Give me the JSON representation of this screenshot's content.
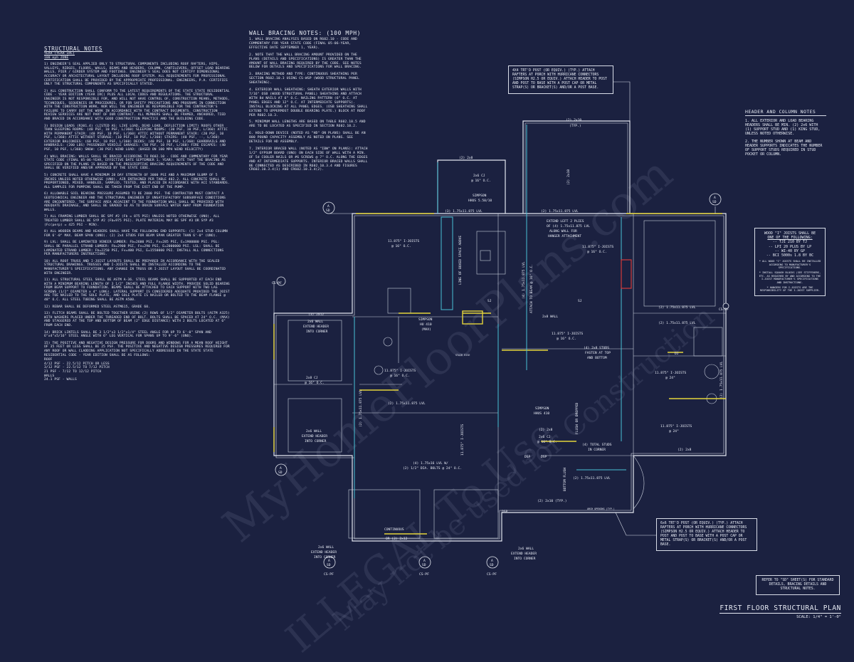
{
  "structural_notes": {
    "title": "STRUCTURAL NOTES",
    "year": "YEAR (YEAR IRC)",
    "wind": "100 mph ZONE",
    "paragraphs": [
      "1) ENGINEER'S SEAL APPLIED ONLY TO STRUCTURAL COMPONENTS INCLUDING ROOF RAFTERS, HIPS, VALLEYS, RIDGES, FLOORS, WALLS, BEAMS AND HEADERS, COLUMN, CANTILEVERS, OFFSET LOAD BEARING WALLS, PIER / GIRDER SYSTEM AND FOOTINGS. ENGINEER'S SEAL DOES NOT CERTIFY DIMENSIONAL ACCURACY OR ARCHITECTURAL LAYOUT INCLUDING ROOF SYSTEM. ALL REQUIREMENTS FOR PROFESSIONAL CERTIFICATION SHALL BE PROVIDED BY THE APPROPRIATE PROFESSIONAL. ENGINEERS, P.A. CERTIFIES ONLY THE STRUCTURAL COMPONENTS AS SPECIFICALLY STATED.",
      "2) ALL CONSTRUCTION SHALL CONFORM TO THE LATEST REQUIREMENTS OF THE STATE STATE RESIDENTIAL CODE - YEAR EDITION (YEAR IRC) PLUS ALL LOCAL CODES AND REGULATIONS. THE STRUCTURAL ENGINEER IS NOT RESPONSIBLE FOR, AND WILL NOT HAVE CONTROL OF, CONSTRUCTION MEANS, METHODS, TECHNIQUES, SEQUENCES OR PROCEDURES, OR FOR SAFETY PRECAUTIONS AND PROGRAMS IN CONNECTION WITH THE CONSTRUCTION WORK, NOR WILL THE ENGINEER BE RESPONSIBLE FOR THE CONTRACTOR'S FAILURE TO CARRY OUT THE WORK IN ACCORDANCE WITH THE CONTRACT DOCUMENTS. CONSTRUCTION REVIEW SERVICES ARE NOT PART OF OUR CONTRACT. ALL MEMBERS SHALL BE FRAMED, ANCHORED, TIED AND BRACED IN ACCORDANCE WITH GOOD CONSTRUCTION PRACTICE AND THE BUILDING CODE.",
      "3) DESIGN LOADS (R301.4) (LISTED AS: LIVE LOAD, DEAD LOAD, DEFLECTION LIMIT) ROOFS OTHER THAN SLEEPING ROOMS: (40 PSF, 10 PSF, L/360) SLEEPING ROOMS: (30 PSF, 10 PSF, L/360) ATTIC WITH PERMANENT STAIR: (40 PSF, 10 PSF, L/360) ATTIC WITHOUT PERMANENT STAIR: (20 PSF, 10 PSF, L/360) ATTIC WITHOUT STORAGE: (10 PSF, 10 PSF, L/360) STAIRS: (40 PSF, --, L/360) EXTERIOR BALCONIES: (60 PSF, 10 PSF, L/360) DECKS: (40 PSF, 10 PSF, L/360) GUARDRAILS AND HANDRAILS: (200 LBS) PASSENGER VEHICLE GARAGES: (50 PSF, 10 PSF, L/360) FIRE ESCAPES: (40 PSF, 10 PSF, L/360) SNOW: (30 PSF) WIND LOAD: (BASED ON 100 MPH WIND VELOCITY)",
      "4) WALL BRACING: WALLS SHALL BE BRACED ACCORDING TO R602.10 - CODE AND COMMENTARY FOR YEAR STATE CODE (FINAL 05-06-YEAR, EFFECTIVE DATE SEPTEMBER 1, YEAR). NOTE THAT THE BRACING AS SPECIFIED ON THE PLANS IS BASED ON THE PRESCRIPTIVE BRACING REQUIREMENTS OF THE CODE AND SHALL BE VERIFIED AND/OR APPROVED BY THE STATE CODE.",
      "5) CONCRETE SHALL HAVE A MINIMUM 28 DAY STRENGTH OF 3000 PSI AND A MAXIMUM SLUMP OF 5 INCHES UNLESS NOTED OTHERWISE (UNO). AIR ENTRAINED PER TABLE 402.2. ALL CONCRETE SHALL BE PROPORTIONED, MIXED, HANDLED, SAMPLED, TESTED, AND PLACED IN ACCORDANCE WITH ACI STANDARDS. ALL SAMPLES FOR PUMPING SHALL BE TAKEN FROM THE EXIT END OF THE PUMP.",
      "6) ALLOWABLE SOIL BEARING PRESSURE ASSUMED TO BE 2000 PSF. THE CONTRACTOR MUST CONTACT A GEOTECHNICAL ENGINEER AND THE STRUCTURAL ENGINEER IF UNSATISFACTORY SUBSURFACE CONDITIONS ARE ENCOUNTERED. THE SURFACE AREA ADJACENT TO THE FOUNDATION WALL SHALL BE PROVIDED WITH ADEQUATE DRAINAGE, AND SHALL BE GRADED SO AS TO DRAIN SURFACE WATER AWAY FROM FOUNDATION WALLS.",
      "7) ALL FRAMING LUMBER SHALL BE SPF #2 (Fb = 875 PSI) UNLESS NOTED OTHERWISE (UNO). ALL TREATED LUMBER SHALL BE SYP #2 (Fb=975 PSI). PLATE MATERIAL MAY BE SPF #3 OR SYP #3 (Fc(perp) = 425 PSI - MIN).",
      "8) ALL WOODEN BEAMS AND HEADERS SHALL HAVE THE FOLLOWING END SUPPORTS: (1) 2x4 STUD COLUMN FOR 6'-0\" MAX. BEAM SPAN (UNO). (2) 2x4 STUDS FOR BEAM SPAN GREATER THAN 6'-0\" (UNO).",
      "9) LVL: SHALL BE LAMINATED VENEER LUMBER: Fb=2600 PSI, Fv=285 PSI, E=1900000 PSI. PSL: SHALL BE PARALLEL STRAND LUMBER: Fb=2900 PSI, Fv=290 PSI, E=2000000 PSI. LSL: SHALL BE LAMINATED STRAND LUMBER: Fb=2250 PSI, Fv=400 PSI, E=1550000 PSI. INSTALL ALL CONNECTIONS PER MANUFACTURERS INSTRUCTIONS.",
      "10) ALL ROOF TRUSS AND I-JOIST LAYOUTS SHALL BE PREPARED IN ACCORDANCE WITH THE SEALED STRUCTURAL DRAWINGS. TRUSSES AND I-JOISTS SHALL BE INSTALLED ACCORDING TO THE MANUFACTURER'S SPECIFICATIONS. ANY CHANGE IN TRUSS OR I-JOIST LAYOUT SHALL BE COORDINATED WITH ENGINEER.",
      "11) ALL STRUCTURAL STEEL SHALL BE ASTM A-36. STEEL BEAMS SHALL BE SUPPORTED AT EACH END WITH A MINIMUM BEARING LENGTH OF 3 1/2\" INCHES AND FULL FLANGE WIDTH. PROVIDE SOLID BEARING FROM BEAM SUPPORT TO FOUNDATION. BEAMS SHALL BE ATTACHED TO EACH SUPPORT WITH TWO LAG SCREWS (1/2\" DIAMETER x 4\" LONG). LATERAL SUPPORT IS CONSIDERED ADEQUATE PROVIDED THE JOIST ARE TOE NAILED TO THE SOLE PLATE, AND SOLE PLATE IS NAILED OR BOLTED TO THE BEAM FLANGE @ 48\" O.C. ALL STEEL TUBING SHALL BE ASTM A500.",
      "12) REBAR SHALL BE DEFORMED STEEL ASTM615, GRADE 60.",
      "13) FLITCH BEAMS SHALL BE BOLTED TOGETHER USING (2) ROWS OF 1/2\" DIAMETER BOLTS (ASTM A325) WITH WASHERS PLACED UNDER THE THREADED END OF BOLT. BOLTS SHALL BE SPACED AT 24\" O.C. (MAX) AND STAGGERED AT THE TOP AND BOTTOM OF BEAM (2\" EDGE DISTANCE) WITH 2 BOLTS LOCATED AT 6\" FROM EACH END.",
      "14) BRICK LINTELS SHALL BE 3 1/2\"x3 1/2\"x1/4\" STEEL ANGLE FOR UP TO 6'-0\" SPAN AND 6\"x4\"x5/16\" STEEL ANGLE WITH 6\" LEG VERTICAL FOR SPANS UP TO 9'-6\" (UNO).",
      "15) THE POSITIVE AND NEGATIVE DESIGN PRESSURE FOR DOORS AND WINDOWS FOR A MEAN ROOF HEIGHT OF 35 FEET OR LESS SHALL BE 25 PSF. THE POSITIVE AND NEGATIVE DESIGN PRESSURES REQUIRED FOR ANY ROOF OR WALL CLADDING APPLICATION NOT SPECIFICALLY ADDRESSED IN THE STATE STATE RESIDENTIAL CODE - YEAR EDITION SHALL BE AS FOLLOWS:"
    ],
    "roof_title": "ROOF",
    "roof_lines": [
      "4/12 PSF - 22.5/12 PITCH OR LESS",
      "3/12 PSF - 22.5/12 TO 7/12 PITCH",
      "21 PSF - 7/12 TO 12/12 PITCH"
    ],
    "walls_title": "WALLS",
    "walls_lines": [
      "24.1 PSF - WALLS"
    ]
  },
  "wall_bracing_notes": {
    "title": "WALL BRACING NOTES: (100 MPH)",
    "paragraphs": [
      "1. WALL BRACING ANALYSIS BASED ON R602.10 - CODE AND COMMENTARY FOR YEAR STATE CODE (FINAL 05-06-YEAR, EFFECTIVE DATE SEPTEMBER 1, YEAR).",
      "2. NOTE THAT THE WALL BRACING AMOUNT PROVIDED ON THE PLANS (DETAILS AND SPECIFICATIONS) IS GREATER THAN THE AMOUNT OF WALL BRACING REQUIRED BY THE CODE. SEE NOTES BELOW FOR DETAILS AND SPECIFICATIONS FOR WALL BRACING.",
      "3. BRACING METHOD AND TYPE: CONTINUOUS SHEATHING PER SECTION R602.10.3 USING CS-WSP (WOOD STRUCTURAL PANEL SHEATHING).",
      "4. EXTERIOR WALL SHEATHING: SHEATH EXTERIOR WALLS WITH 7/16\" OSB (WOOD STRUCTURAL PANEL) SHEATHING AND ATTACH WITH 8d NAILS AT 6\" O.C. NAILING PATTERN (6\" O.C. AT PANEL EDGES AND 12\" O.C. AT INTERMEDIATE SUPPORTS). INSTALL BLOCKING AT ALL PANEL EDGES. (OSB SHEATHING SHALL EXTEND TO UPPERMOST DOUBLE BEARING PLATE.) BLOCK AT ROOF PER R602.10.3.",
      "5. MINIMUM WALL LENGTHS ARE BASED ON TABLE R602.10.5 AND ARE TO BE LOCATED AS SPECIFIED IN SECTION R602.10.2.",
      "6. HOLD-DOWN DEVICE (NOTED AS \"HD\" ON PLANS) SHALL BE AN 800 POUND CAPACITY ASSEMBLY AS NOTED ON PLANS. SEE DETAILS FOR HD ASSEMBLY.",
      "7. INTERIOR BRACED WALL (NOTED AS \"IBW\" ON PLANS): ATTACH 1/2\" GYPSUM BOARD (UNO) ON EACH SIDE OF WALL WITH A MIN. OF 5d COOLER NAILS OR #6 SCREWS @ 7\" O.C. ALONG THE EDGES AND AT INTERMEDIATE SUPPORTS. INTERIOR BRACED WALLS SHALL BE CONNECTED AS DESCRIBED IN R602.10.3.4 AND FIGURES CR602.10.3.4(1) AND CR602.10.3.4(2)."
    ]
  },
  "header_column_notes": {
    "title": "HEADER AND COLUMN NOTES",
    "items": [
      "1. ALL EXTERIOR AND LOAD BEARING HEADERS SHALL BE MIN. (2) 2x6 WITH (1) SUPPORT STUD AND (1) KING STUD, UNLESS NOTED OTHERWISE.",
      "2. THE NUMBER SHOWN AT BEAM AND HEADER SUPPORTS INDICATES THE NUMBER OF SUPPORT STUDS REQUIRED IN STUD POCKET OR COLUMN."
    ]
  },
  "ijoist_box": {
    "lines": [
      "WOOD \"I\" JOISTS SHALL BE",
      "ONE OF THE FOLLOWING:",
      "-- TJI 210 BY TJ",
      "-- LPI 20 PLUS BY LP",
      "-- WI-40 BY GP",
      "-- BCI 5000s 1.8 BY BC"
    ],
    "small": [
      "* ALL WOOD \"I\" JOISTS SHALL BE INSTALLED ACCORDING TO MANUFACTURER'S SPECIFICATIONS.",
      "* INSTALL SQUASH BLOCKS (SEE STIFFENERS, ETC. AS REQUIRED BY AND ACCORDING TO THE I-JOIST MANUFACTURER'S SPECIFICATIONS AND INSTRUCTIONS.",
      "* HANGERS FOR I-JOISTS ARE THE RESPONSIBILITY OF THE I-JOIST SUPPLIER."
    ]
  },
  "callouts": {
    "top": "4X4 TRT'D POST (OR EQUIV.) (TYP.) ATTACH RAFTERS AT PORCH WITH HURRICANE CONNECTORS (SIMPSON H2.5 OR EQUIV.) ATTACH HEADER TO POST AND POST TO BASE WITH A POST CAP OR METAL STRAP(S) OR BRACKET(S) AND/OR A POST BASE.",
    "bottom": "6x6 TRT'D POST (OR EQUIV.) (TYP.) ATTACH RAFTERS AT PORCH WITH HURRICANE CONNECTORS (SIMPSON H2.5 OR EQUIV.) ATTACH HEADER TO POST AND POST TO BASE WITH A POST CAP OR METAL STRAP(S) OR BRACKET(S) AND/OR A POST BASE.",
    "ref": "REFER TO \"SD\" SHEET(S) FOR STANDARD DETAILS, BRACING DETAILS AND STRUCTURAL NOTES."
  },
  "title_block": {
    "name": "FIRST FLOOR STRUCTURAL PLAN",
    "scale": "SCALE: 1/4\" = 1'-0\""
  },
  "plan_labels": {
    "l1": "(2) 2x10",
    "l2": "(TYP.)",
    "l3": "(2) 2x8",
    "l4": "2x6 CJ",
    "l5": "@ 16\" O.C.",
    "l6": "SIMPSON",
    "l7": "HHUS 5.50/10",
    "l8": "(3) 1.75x11.875 LVL",
    "l9": "(2) 1.75x11.875 LVL",
    "l10": "EXTEND LEFT 2 PLIES",
    "l11": "OF (4) 1.75x11.875 LVL",
    "l12": "ALONG WALL FOR",
    "l13": "HANGER ATTACHMENT",
    "l14": "11.875\" I-JOISTS",
    "l15": "@ 16\" O.C.",
    "l16": "11.875\" I-JOISTS",
    "l17": "@ 16\" O.C.",
    "l18": "LINE OF BOXED SPACE ABOVE",
    "l19": "(4) 1.75x11.875 LVL",
    "l20": "ATTACH TO BEAM @ 16\" O.C.",
    "l21": "(3) 2x12",
    "l22": "2x6 WALL",
    "l23": "EXTEND HEADER",
    "l24": "INTO CORNER",
    "l25": "2x8 CJ",
    "l26": "@ 16\" O.C.",
    "l27": "2x6 WALL",
    "l28": "EXTEND HEADER",
    "l29": "INTO CORNER",
    "l30": "SIMPSON",
    "l31": "HU 410",
    "l32": "(MAX)",
    "l33": "2x8 WALL",
    "l34": "11.875\" I-JOISTS",
    "l35": "@ 16\" O.C.",
    "l36": "(2) 1.75x11.875 LVL",
    "l37": "(4) 2x8 STUDS",
    "l38": "FASTEN AT TOP",
    "l39": "AND BOTTOM",
    "l40": "11.875\" I-JOISTS",
    "l41": "@ 24\"",
    "l42": "(2) 1.75x11.875 LVL",
    "l43": "11.875\" I-JOISTS",
    "l44": "@ 16\" O.C.",
    "l45": "(2) 1.75x11.875 LVL",
    "l46": "SIMPSON",
    "l47": "HHUS 410",
    "l48": "(2) 2x8",
    "l49": "2x6 CJ",
    "l50": "@ 16\" O.C.",
    "l51": "(4) TOTAL STUDS",
    "l52": "IN CORNER",
    "l53": "11.875\" I-JOISTS",
    "l54": "@ 24\"",
    "l55": "(2) 2x8",
    "l56": "DSP",
    "l57": "DSP",
    "l58": "(2) 1.75x11.875 LVL",
    "l59": "(2) 2x10 (TYP.)",
    "l60": "(4) 1.75x16 LVL W/",
    "l61": "(2) 1/2\" DIA. BOLTS @ 24\" O.C.",
    "l62": "CONTINUOUS",
    "l63": "OR (3) 2x12",
    "l64": "2x6 WALL",
    "l65": "EXTEND HEADER",
    "l66": "INTO CORNER",
    "l67": "2x6 WALL",
    "l68": "EXTEND HEADER",
    "l69": "INTO CORNER",
    "l70": "ARCH OPENING (TYP.)",
    "l71": "BOTTOM FLUSH",
    "l72": "FLUSH OR DROPPED",
    "l73": "STAIR RISE",
    "l74": "SJ",
    "l75": "SJ",
    "l76": "DJ",
    "l77": "DSP"
  },
  "section_markers": {
    "a_top": "A",
    "a_sub": "SD",
    "cs": "CS-PF"
  },
  "watermarks": {
    "w1": "MyHomeFloorPlans.com",
    "w2": "ILLEGAL To Use",
    "w3": "May not be used for Construction"
  }
}
